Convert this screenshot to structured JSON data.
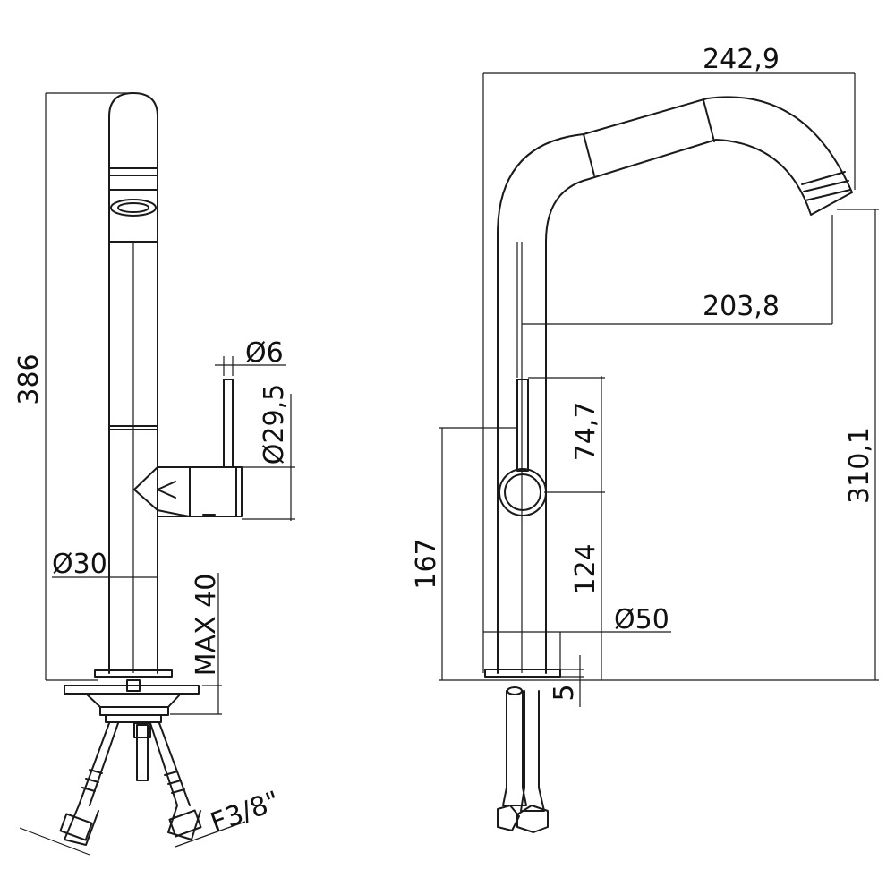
{
  "dimensions": {
    "left_height": "386",
    "lever_diameter": "Ø6",
    "handle_diameter": "Ø29,5",
    "body_diameter": "Ø30",
    "max_thickness": "MAX 40",
    "thread": "F3/8\"",
    "spout_reach_total": "242,9",
    "spout_reach": "203,8",
    "spout_height": "310,1",
    "lever_height": "74,7",
    "handle_height": "124",
    "total_handle_height": "167",
    "base_diameter": "Ø50",
    "base_thickness": "5"
  }
}
